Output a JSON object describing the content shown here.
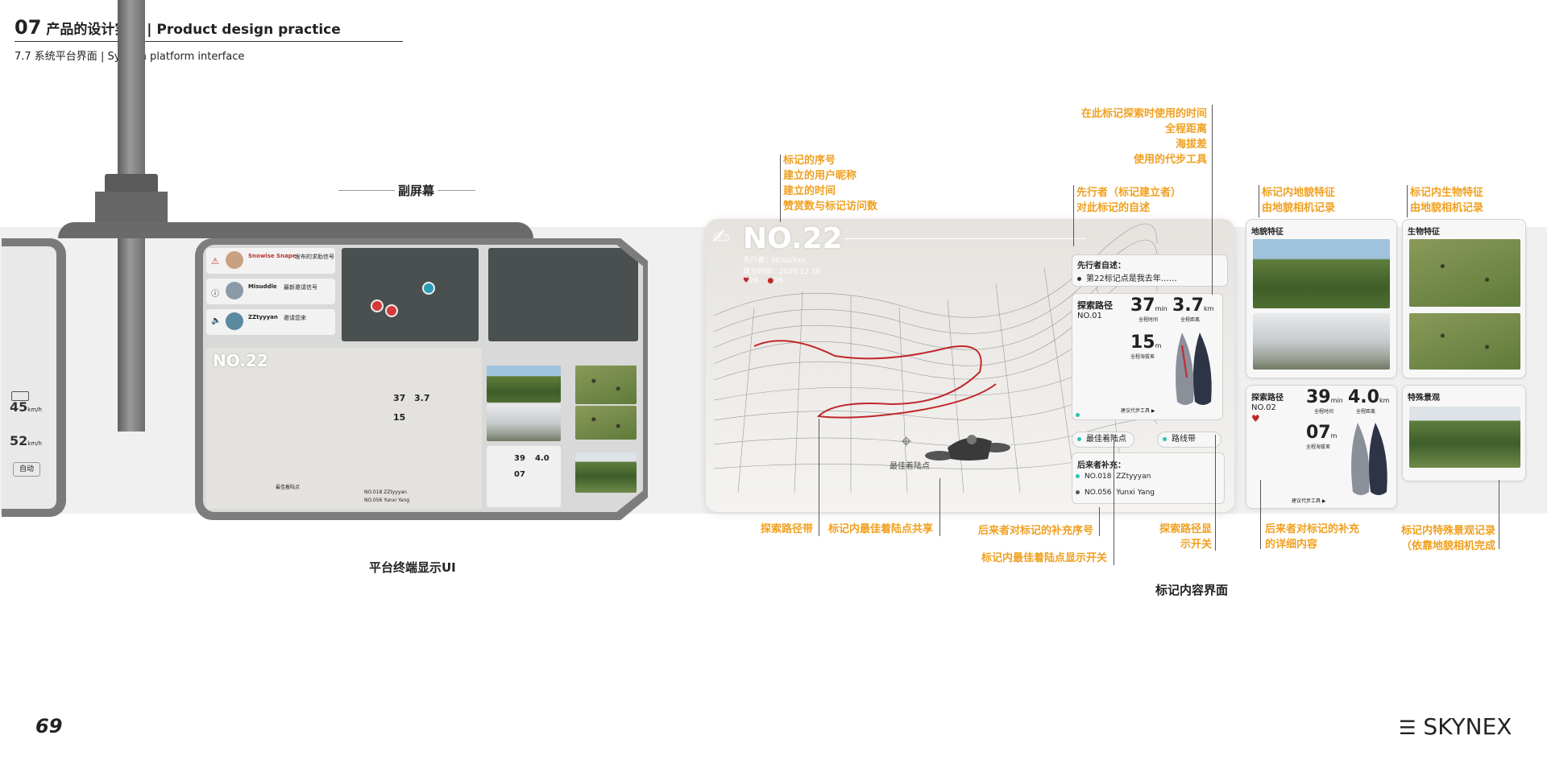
{
  "header": {
    "section_number": "07",
    "section_title": "产品的设计实践 | Product design practice",
    "subtitle": "7.7 系统平台界面 | System platform interface"
  },
  "captions": {
    "sub_screen": "副屏幕",
    "terminal": "平台终端显示UI",
    "marker": "标记内容界面"
  },
  "left_device": {
    "speed1": "45",
    "speed1_unit": "km/h",
    "speed2": "52",
    "speed2_unit": "km/h",
    "mode": "自动"
  },
  "terminal_ui": {
    "notifications": [
      {
        "name": "Snowise Snape",
        "text": "发布的求助信号"
      },
      {
        "name": "Misuddle",
        "text": "最新邀请信号"
      },
      {
        "name": "ZZtyyyan",
        "text": "邀请您来"
      }
    ],
    "marker_no": "NO.22",
    "best_spot": "最佳着陆点",
    "stat1": "37",
    "stat2": "3.7",
    "stat3": "15",
    "stat4": "39",
    "stat5": "4.0",
    "stat6": "07",
    "supplement1": "NO.018 ZZtyyyan",
    "supplement2": "NO.056 Yunxi Yang"
  },
  "panel": {
    "marker_no": "NO.22",
    "pioneer_label": "先行者：",
    "pioneer_name": "HUuuXxx",
    "created_label": "建立时间：",
    "created_date": "2020.12.16",
    "likes": "26",
    "visits": "26",
    "self_desc_title": "先行者自述：",
    "self_desc_text": "第22标记点是我去年……",
    "route_title": "探索路径",
    "route_no": "NO.01",
    "time_value": "37",
    "time_unit": "min",
    "time_label": "全程时间",
    "dist_value": "3.7",
    "dist_unit": "km",
    "dist_label": "全程距离",
    "alt_value": "15",
    "alt_unit": "m",
    "alt_label": "全程海拔差",
    "tool_label": "建议代步工具 ▶",
    "best_spot_label": "最佳着陆点",
    "route_band_label": "路线带",
    "followers_title": "后来者补充：",
    "followers": [
      {
        "no": "NO.018",
        "name": "ZZtyyyan"
      },
      {
        "no": "NO.056",
        "name": "Yunxi Yang"
      }
    ],
    "landing_label": "最佳着陆点"
  },
  "side_cards": {
    "terrain_title": "地貌特征",
    "bio_title": "生物特征",
    "route2_title": "探索路径",
    "route2_no": "NO.02",
    "time2_value": "39",
    "time2_unit": "min",
    "time2_label": "全程时间",
    "dist2_value": "4.0",
    "dist2_unit": "km",
    "dist2_label": "全程距离",
    "alt2_value": "07",
    "alt2_unit": "m",
    "alt2_label": "全程海拔差",
    "tool2_label": "建议代步工具 ▶",
    "special_title": "特殊景观"
  },
  "annotations": {
    "a1": [
      "标记的序号",
      "建立的用户昵称",
      "建立的时间",
      "赞赏数与标记访问数"
    ],
    "a2": [
      "在此标记探索时使用的时间",
      "全程距离",
      "海拔差",
      "使用的代步工具"
    ],
    "a3": [
      "先行者（标记建立者）",
      "对此标记的自述"
    ],
    "a4": [
      "标记内地貌特征",
      "由地貌相机记录"
    ],
    "a5": [
      "标记内生物特征",
      "由地貌相机记录"
    ],
    "b1": "探索路径带",
    "b2": "标记内最佳着陆点共享",
    "b3": "后来者对标记的补充序号",
    "b4": "标记内最佳着陆点显示开关",
    "b5": [
      "探索路径显",
      "示开关"
    ],
    "b6": [
      "后来者对标记的补充",
      "的详细内容"
    ],
    "b7": [
      "标记内特殊景观记录",
      "（依靠地貌相机完成"
    ]
  },
  "footer": {
    "page_number": "69",
    "brand": "SKYNEX"
  },
  "colors": {
    "accent": "#f0a020",
    "route_red": "#c0282a"
  }
}
